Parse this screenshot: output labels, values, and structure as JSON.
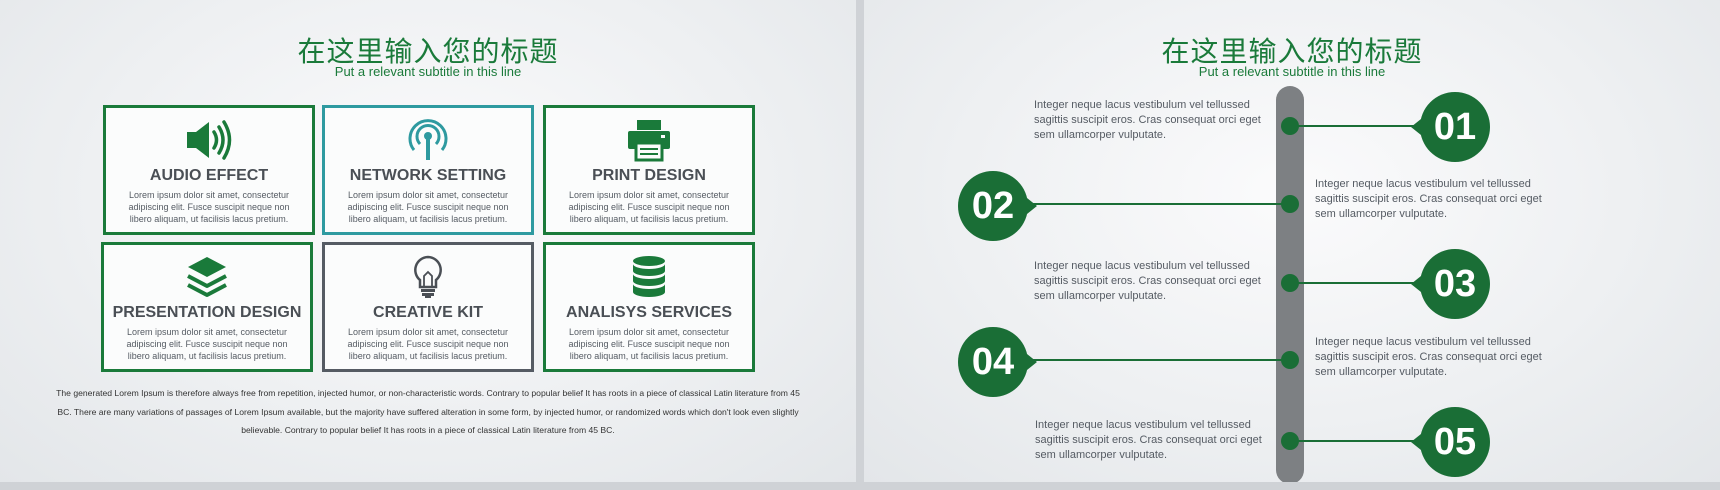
{
  "left_slide": {
    "title": "在这里输入您的标题",
    "subtitle": "Put a relevant subtitle in this line",
    "cards": [
      {
        "title": "AUDIO EFFECT",
        "icon": "speaker-icon",
        "border": "green",
        "desc": "Lorem ipsum dolor sit amet, consectetur adipiscing elit. Fusce suscipit neque non libero aliquam, ut facilisis lacus pretium."
      },
      {
        "title": "NETWORK SETTING",
        "icon": "broadcast-icon",
        "border": "teal",
        "desc": "Lorem ipsum dolor sit amet, consectetur adipiscing elit. Fusce suscipit neque non libero aliquam, ut facilisis lacus pretium."
      },
      {
        "title": "PRINT DESIGN",
        "icon": "printer-icon",
        "border": "green",
        "desc": "Lorem ipsum dolor sit amet, consectetur adipiscing elit. Fusce suscipit neque non libero aliquam, ut facilisis lacus pretium."
      },
      {
        "title": "PRESENTATION DESIGN",
        "icon": "layers-icon",
        "border": "green",
        "desc": "Lorem ipsum dolor sit amet, consectetur adipiscing elit. Fusce suscipit neque non libero aliquam, ut facilisis lacus pretium."
      },
      {
        "title": "CREATIVE KIT",
        "icon": "lightbulb-icon",
        "border": "gray",
        "desc": "Lorem ipsum dolor sit amet, consectetur adipiscing elit. Fusce suscipit neque non libero aliquam, ut facilisis lacus pretium."
      },
      {
        "title": "ANALISYS SERVICES",
        "icon": "database-icon",
        "border": "green",
        "desc": "Lorem ipsum dolor sit amet, consectetur adipiscing elit. Fusce suscipit neque non libero aliquam, ut facilisis lacus pretium."
      }
    ],
    "footer": "The generated Lorem Ipsum is therefore always free from repetition, injected humor, or non-characteristic words. Contrary to popular belief It has roots in a piece of classical Latin literature from 45 BC. There are many variations of passages of Lorem Ipsum available, but the majority have suffered alteration in some form, by injected humor, or randomized words which don't look even slightly believable. Contrary to popular belief It has roots in a piece of classical Latin literature from 45 BC."
  },
  "right_slide": {
    "title": "在这里输入您的标题",
    "subtitle": "Put a relevant subtitle in this line",
    "steps": [
      {
        "number": "01",
        "text": "Integer neque lacus vestibulum vel tellussed sagittis suscipit eros. Cras consequat orci eget sem ullamcorper vulputate."
      },
      {
        "number": "02",
        "text": "Integer neque lacus vestibulum vel tellussed sagittis suscipit eros. Cras consequat orci eget sem ullamcorper vulputate."
      },
      {
        "number": "03",
        "text": "Integer neque lacus vestibulum vel tellussed sagittis suscipit eros. Cras consequat orci eget sem ullamcorper vulputate."
      },
      {
        "number": "04",
        "text": "Integer neque lacus vestibulum vel tellussed sagittis suscipit eros. Cras consequat orci eget sem ullamcorper vulputate."
      },
      {
        "number": "05",
        "text": "Integer neque lacus vestibulum vel tellussed sagittis suscipit eros. Cras consequat orci eget sem ullamcorper vulputate."
      }
    ]
  },
  "colors": {
    "accent": "#1a7a3a",
    "teal": "#2e9aa0",
    "gray": "#555b63",
    "spine": "#7d8083"
  }
}
